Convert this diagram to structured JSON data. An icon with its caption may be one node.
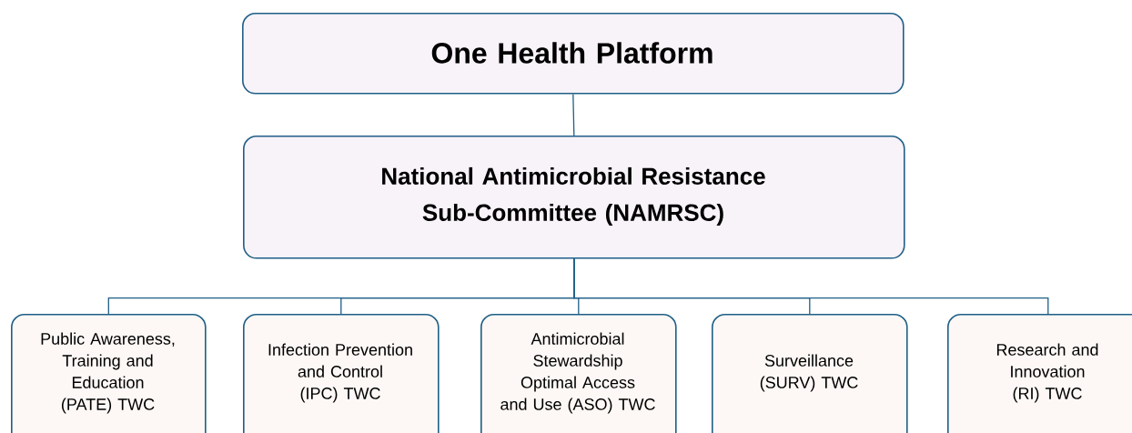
{
  "diagram": {
    "nodes": [
      {
        "text": [
          "One Health Platform"
        ]
      },
      {
        "text": [
          "National Antimicrobial Resistance Sub-Committee (NAMRSC)"
        ]
      },
      {
        "text": [
          "Public Awareness, Training and Education (PATE) TWC"
        ]
      },
      {
        "text": [
          "Infection Prevention and Control (IPC) TWC"
        ]
      },
      {
        "text": [
          "Antimicrobial Stewardship Optimal Access and Use (ASO) TWC"
        ]
      },
      {
        "text": [
          "Surveillance (SURV) TWC"
        ]
      },
      {
        "text": [
          "Research and Innovation (RI) TWC"
        ]
      }
    ],
    "edges": [
      {
        "from": 0,
        "to": 1,
        "arrow": "none"
      },
      {
        "from": 1,
        "to": 2,
        "arrow": "none"
      },
      {
        "from": 1,
        "to": 3,
        "arrow": "none"
      },
      {
        "from": 1,
        "to": 4,
        "arrow": "none"
      },
      {
        "from": 1,
        "to": 5,
        "arrow": "none"
      },
      {
        "from": 1,
        "to": 6,
        "arrow": "none"
      }
    ]
  }
}
